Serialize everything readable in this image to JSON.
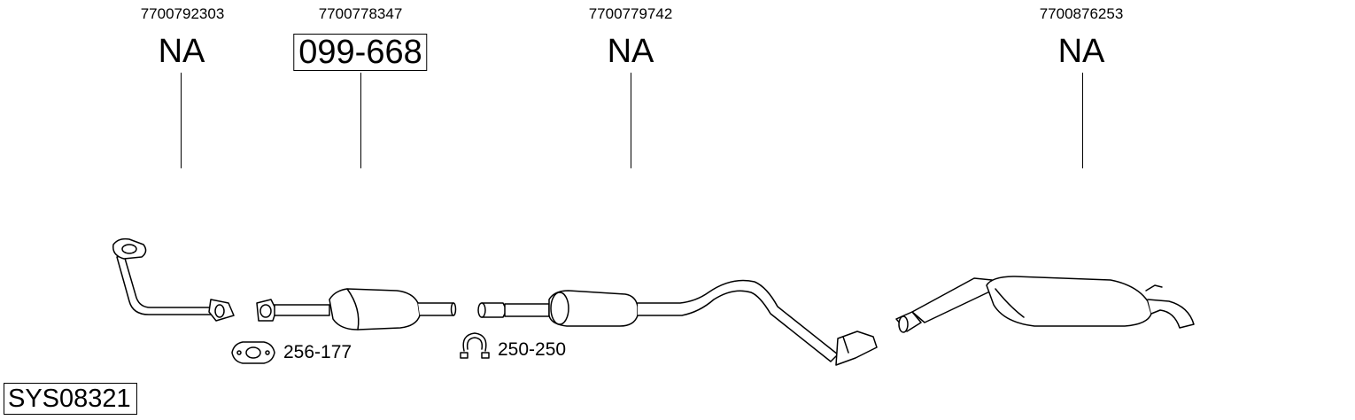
{
  "system": {
    "code": "SYS08321"
  },
  "parts": [
    {
      "oem": "7700792303",
      "number": "NA",
      "boxed": false
    },
    {
      "oem": "7700778347",
      "number": "099-668",
      "boxed": true
    },
    {
      "oem": "7700779742",
      "number": "NA",
      "boxed": false
    },
    {
      "oem": "7700876253",
      "number": "NA",
      "boxed": false
    }
  ],
  "accessories": [
    {
      "number": "256-177",
      "icon": "gasket-icon"
    },
    {
      "number": "250-250",
      "icon": "clamp-icon"
    }
  ]
}
